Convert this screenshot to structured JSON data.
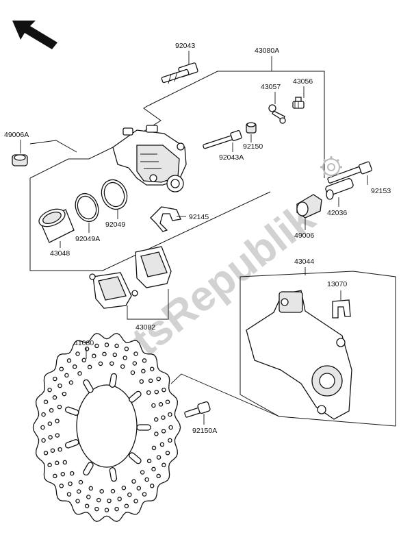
{
  "watermark": "PartsRepublik",
  "labels": {
    "p92043": "92043",
    "p43080A": "43080A",
    "p43057": "43057",
    "p43056": "43056",
    "p49006A": "49006A",
    "p92150": "92150",
    "p92043A": "92043A",
    "p92153": "92153",
    "p92145": "92145",
    "p92049": "92049",
    "p92049A": "92049A",
    "p43048": "43048",
    "p49006": "49006",
    "p42036": "42036",
    "p43044": "43044",
    "p13070": "13070",
    "p43082": "43082",
    "p41080": "41080",
    "p92150A": "92150A"
  },
  "icons": {
    "direction_arrow": "front-direction-arrow-icon",
    "gear": "gear-icon"
  },
  "colors": {
    "line": "#111111",
    "watermark": "#d2d2d2",
    "background": "#ffffff"
  }
}
